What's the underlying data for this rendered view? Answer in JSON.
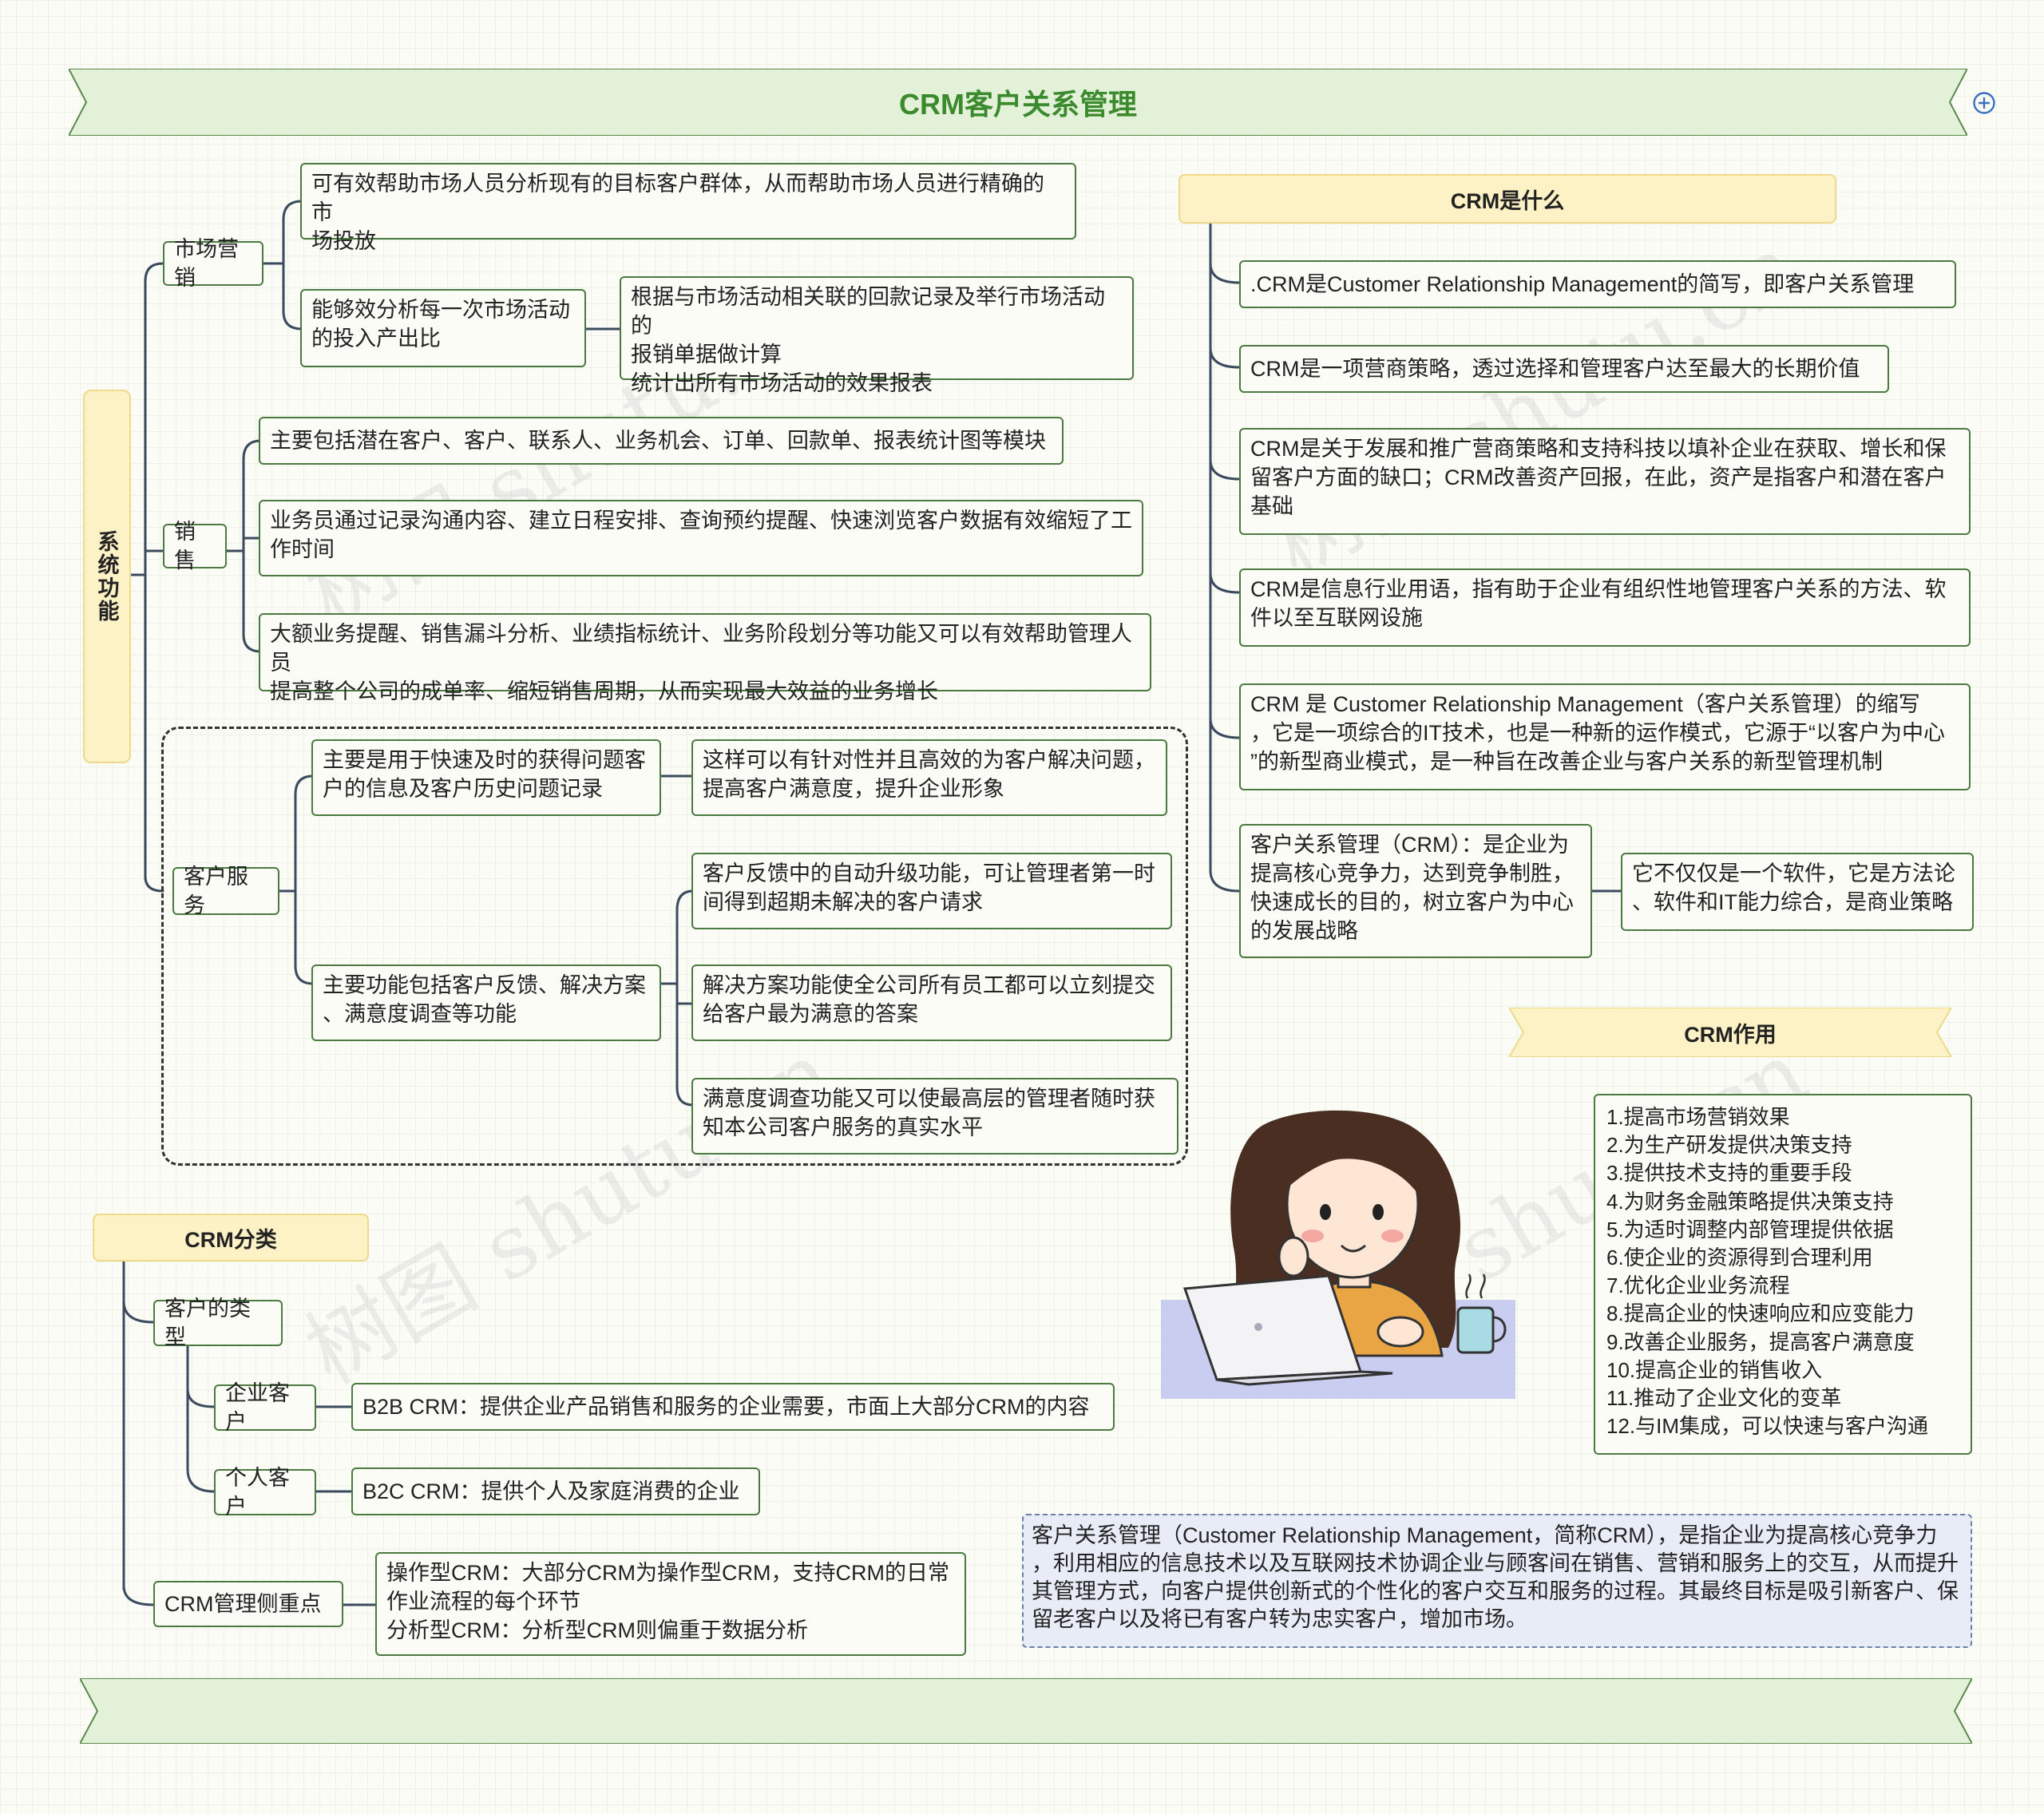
{
  "title": "CRM客户关系管理",
  "system": {
    "label": "系统功能",
    "marketing": {
      "label": "市场营销",
      "item1": "可有效帮助市场人员分析现有的目标客户群体，从而帮助市场人员进行精确的市\n场投放",
      "item2": "能够效分析每一次市场活动\n的投入产出比",
      "item2_detail": "根据与市场活动相关联的回款记录及举行市场活动的\n报销单据做计算\n统计出所有市场活动的效果报表"
    },
    "sales": {
      "label": "销售",
      "item1": "主要包括潜在客户、客户、联系人、业务机会、订单、回款单、报表统计图等模块",
      "item2": "业务员通过记录沟通内容、建立日程安排、查询预约提醒、快速浏览客户数据有效缩短了工\n作时间",
      "item3": "大额业务提醒、销售漏斗分析、业绩指标统计、业务阶段划分等功能又可以有效帮助管理人员\n提高整个公司的成单率、缩短销售周期，从而实现最大效益的业务增长"
    },
    "service": {
      "label": "客户服务",
      "item1": "主要是用于快速及时的获得问题客\n户的信息及客户历史问题记录",
      "item1_detail": "这样可以有针对性并且高效的为客户解决问题，\n提高客户满意度，提升企业形象",
      "item2": "主要功能包括客户反馈、解决方案\n、满意度调查等功能",
      "item2_d1": "客户反馈中的自动升级功能，可让管理者第一时\n间得到超期未解决的客户请求",
      "item2_d2": "解决方案功能使全公司所有员工都可以立刻提交\n给客户最为满意的答案",
      "item2_d3": "满意度调查功能又可以使最高层的管理者随时获\n知本公司客户服务的真实水平"
    }
  },
  "classification": {
    "label": "CRM分类",
    "types": {
      "label": "客户的类型",
      "enterprise": "企业客户",
      "enterprise_desc": "B2B CRM：提供企业产品销售和服务的企业需要，市面上大部分CRM的内容",
      "personal": "个人客户",
      "personal_desc": "B2C CRM：提供个人及家庭消费的企业"
    },
    "focus": {
      "label": "CRM管理侧重点",
      "desc": "操作型CRM：大部分CRM为操作型CRM，支持CRM的日常\n作业流程的每个环节\n分析型CRM：分析型CRM则偏重于数据分析"
    }
  },
  "what": {
    "label": "CRM是什么",
    "item1": ".CRM是Customer Relationship Management的简写，即客户关系管理",
    "item2": "CRM是一项营商策略，透过选择和管理客户达至最大的长期价值",
    "item3": "CRM是关于发展和推广营商策略和支持科技以填补企业在获取、增长和保\n留客户方面的缺口；CRM改善资产回报，在此，资产是指客户和潜在客户\n基础",
    "item4": "CRM是信息行业用语，指有助于企业有组织性地管理客户关系的方法、软\n件以至互联网设施",
    "item5": "CRM 是 Customer Relationship Management（客户关系管理）的缩写\n，它是一项综合的IT技术，也是一种新的运作模式，它源于“以客户为中心\n”的新型商业模式，是一种旨在改善企业与客户关系的新型管理机制",
    "item6": "客户关系管理（CRM）：是企业为\n提高核心竞争力，达到竞争制胜，\n快速成长的目的，树立客户为中心\n的发展战略",
    "item6_detail": "它不仅仅是一个软件，它是方法论\n、软件和IT能力综合，是商业策略"
  },
  "role": {
    "label": "CRM作用",
    "list": "1.提高市场营销效果\n2.为生产研发提供决策支持\n3.提供技术支持的重要手段\n4.为财务金融策略提供决策支持\n5.为适时调整内部管理提供依据\n6.使企业的资源得到合理利用\n7.优化企业业务流程\n8.提高企业的快速响应和应变能力\n9.改善企业服务，提高客户满意度\n10.提高企业的销售收入\n11.推动了企业文化的变革\n12.与IM集成，可以快速与客户沟通"
  },
  "note": "客户关系管理（Customer Relationship Management，简称CRM），是指企业为提高核心竞争力\n，利用相应的信息技术以及互联网技术协调企业与顾客间在销售、营销和服务上的交互，从而提升\n其管理方式，向客户提供创新式的个性化的客户交互和服务的过程。其最终目标是吸引新客户、保\n留老客户以及将已有客户转为忠实客户，增加市场。",
  "watermark": "树图 shutu.cn",
  "colors": {
    "line": "#3b4a5e",
    "box_border": "#4a7a40",
    "title_green": "#3c8a2e",
    "ribbon": "#e3f1d9",
    "yellow": "#fdf1c6"
  },
  "icons": {
    "expand": "plus-circle-icon"
  }
}
